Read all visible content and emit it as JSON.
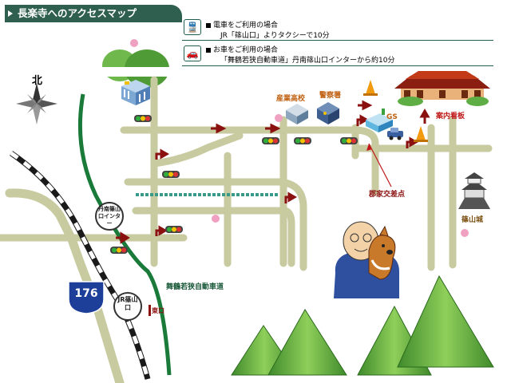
{
  "title": "長楽寺へのアクセスマップ",
  "access": {
    "train": {
      "icon": "train-icon",
      "heading": "電車をご利用の場合",
      "detail": "JR「篠山口」よりタクシーで10分"
    },
    "car": {
      "icon": "car-icon",
      "heading": "お車をご利用の場合",
      "detail": "「舞鶴若狭自動車道」丹南篠山口インターから約10分"
    }
  },
  "map": {
    "compass_label": "北",
    "landmarks": {
      "high_school": "産業高校",
      "police": "警察署",
      "gas_station": "GS",
      "info_sign": "案内看板",
      "intersection": "郡家交差点",
      "castle": "篠山城",
      "interchange": "丹南篠山口インター",
      "station": "JR篠山口",
      "east_exit": "東口",
      "expressway": "舞鶴若狭自動車道",
      "route_number": "176"
    },
    "colors": {
      "road": "#c8caa0",
      "route_arrow": "#8b1010",
      "expressway": "#1a7a3a",
      "title_bar": "#2f5f4f",
      "mountain": "#5aa640"
    }
  }
}
